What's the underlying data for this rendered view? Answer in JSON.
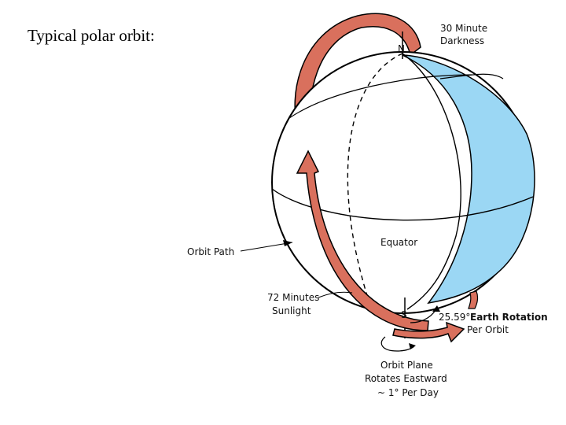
{
  "title": "Typical polar orbit:",
  "labels": {
    "darkness_line1": "30 Minute",
    "darkness_line2": "Darkness",
    "north": "N",
    "south": "S",
    "equator": "Equator",
    "orbit_path": "Orbit Path",
    "sunlight_line1": "72 Minutes",
    "sunlight_line2": "Sunlight",
    "rotation_value": "25.59°",
    "rotation_line1_rest": "Earth Rotation",
    "rotation_line2": "Per Orbit",
    "plane_line1": "Orbit Plane",
    "plane_line2": "Rotates Eastward",
    "plane_line3": "~ 1° Per Day"
  },
  "colors": {
    "orbit": "#d9705d",
    "night_side": "#9bd7f4",
    "outline": "#000000"
  }
}
